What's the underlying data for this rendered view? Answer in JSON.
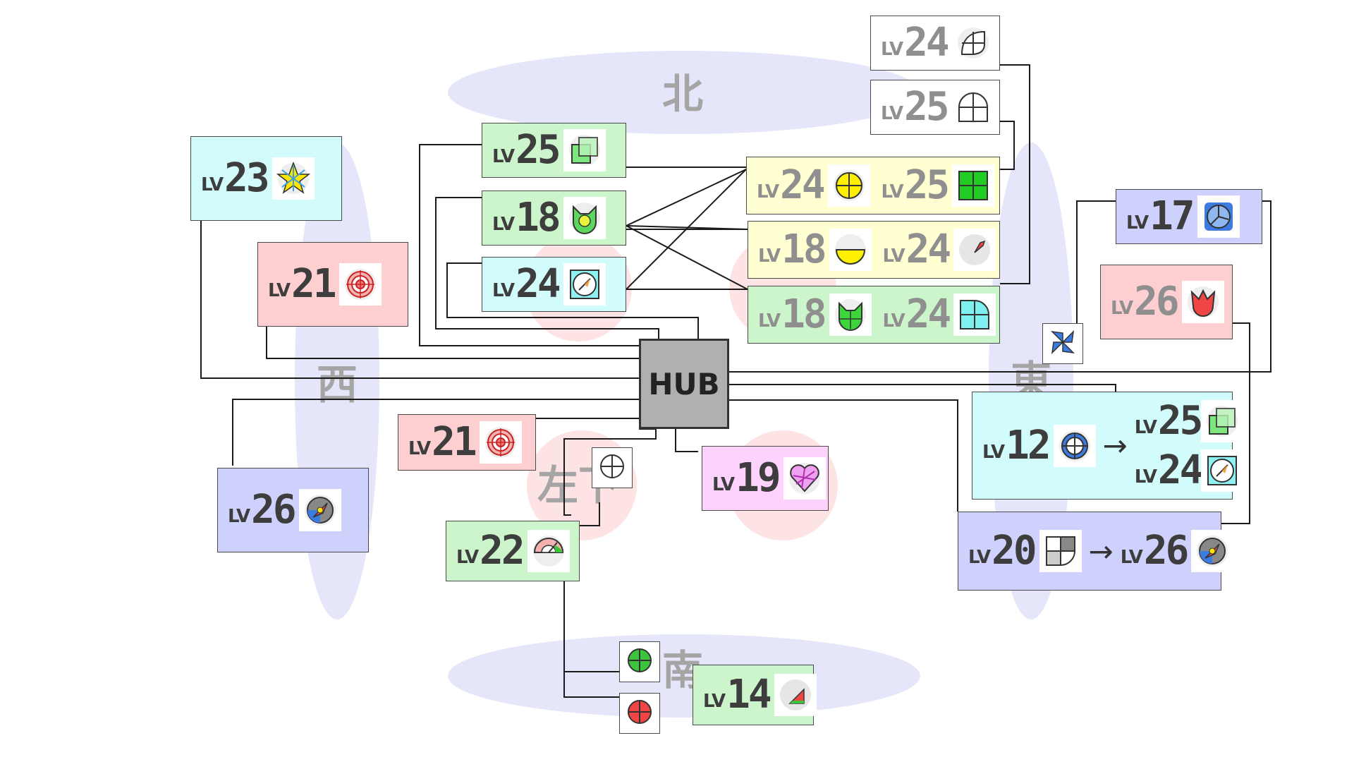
{
  "colors": {
    "zone_ew": "#e6e6fb",
    "zone_ns": "#e6e6fb",
    "zone_sub": "#fde3e3",
    "green": "#ccf5cc",
    "cyan": "#d2fbfb",
    "pink": "#fdcfd1",
    "yellow": "#ffffd2",
    "lavender": "#cfd1fd",
    "magenta": "#fdd2fd",
    "white": "#ffffff",
    "hub": "#b0b0b0"
  },
  "zones": {
    "north": "北",
    "west": "西",
    "east": "東",
    "south": "南",
    "sub_left": "左下"
  },
  "hub": {
    "label": "HUB"
  },
  "lv_prefix": "LV",
  "nodes": {
    "n_lv25_top_white": {
      "level": "24",
      "icon": "leaf-quad-icon"
    },
    "n_lv25_white": {
      "level": "25",
      "icon": "circle-cross-icon"
    },
    "n_green_25": {
      "level": "25",
      "icon": "overlap-squares-icon"
    },
    "n_green_18": {
      "level": "18",
      "icon": "green-cat-face-icon"
    },
    "n_cyan_24": {
      "level": "24",
      "icon": "compass-square-icon"
    },
    "n_yellow_a": {
      "level_a": "24",
      "level_b": "25",
      "icon_a": "yellow-crosshair-icon",
      "icon_b": "green-grid-icon"
    },
    "n_yellow_b": {
      "level_a": "18",
      "level_b": "24",
      "icon_a": "half-yellow-circle-icon",
      "icon_b": "red-needle-icon"
    },
    "n_green_wide": {
      "level_a": "18",
      "level_b": "24",
      "icon_a": "green-cat-face-icon",
      "icon_b": "cyan-quarter-circle-icon"
    },
    "n_cyan_23": {
      "level": "23",
      "icon": "star-web-icon"
    },
    "n_pink_21": {
      "level": "21",
      "icon": "target-rings-icon"
    },
    "n_lav_17": {
      "level": "17",
      "icon": "blue-fan-icon"
    },
    "n_pink_26": {
      "level": "26",
      "icon": "red-tulip-icon"
    },
    "n_cyan_12": {
      "level": "12",
      "level_up_1": "25",
      "level_up_2": "24",
      "icon": "blue-crosshair-icon",
      "icon_up_1": "overlap-squares-icon",
      "icon_up_2": "compass-square-icon",
      "arrow": "→"
    },
    "n_lav_20": {
      "level": "20",
      "level_up": "26",
      "icon": "grey-quarter-icon",
      "icon_up": "blue-compass-icon",
      "arrow": "→"
    },
    "n_pink_21b": {
      "level": "21",
      "icon": "target-rings-icon"
    },
    "n_mag_19": {
      "level": "19",
      "icon": "pink-heart-web-icon"
    },
    "n_lav_26": {
      "level": "26",
      "icon": "blue-compass-icon"
    },
    "n_green_22": {
      "level": "22",
      "icon": "gauge-dial-icon"
    },
    "n_green_14": {
      "level": "14",
      "icon": "watermelon-slice-icon"
    }
  },
  "small_items": {
    "blue_pinwheel": "blue-pinwheel-icon",
    "white_crosshair": "white-crosshair-icon",
    "green_crosshair": "green-crosshair-icon",
    "red_crosshair": "red-crosshair-icon"
  }
}
